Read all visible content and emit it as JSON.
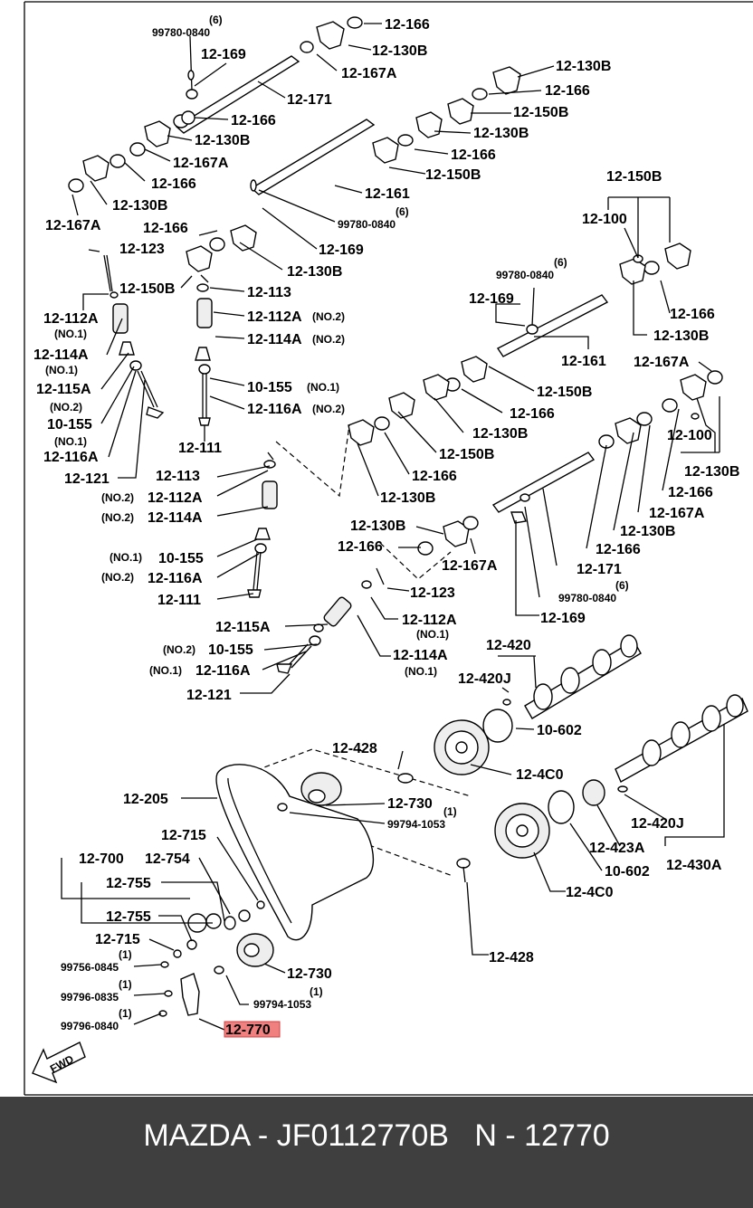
{
  "diagram": {
    "highlight_color": "#f08080",
    "direction_label": "FWD",
    "labels": {
      "q6_a": "(6)",
      "l99780_0840_a": "99780-0840",
      "l12_169_a": "12-169",
      "l12_171": "12-171",
      "l12_166_a": "12-166",
      "l12_130b_a": "12-130B",
      "l12_167a_a": "12-167A",
      "l12_166_b": "12-166",
      "l12_130b_b": "12-130B",
      "l12_167a_b": "12-167A",
      "l12_166_c": "12-166",
      "l12_130b_c": "12-130B",
      "l12_167a_c": "12-167A",
      "l12_130b_d": "12-130B",
      "l12_166_d": "12-166",
      "l12_150b_a": "12-150B",
      "l12_130b_e": "12-130B",
      "l12_166_e": "12-166",
      "l12_150b_b": "12-150B",
      "l12_161_a": "12-161",
      "q6_b": "(6)",
      "l99780_0840_b": "99780-0840",
      "l12_169_b": "12-169",
      "l12_166_f": "12-166",
      "l12_130b_f": "12-130B",
      "l12_123_a": "12-123",
      "l12_150b_c": "12-150B",
      "l12_113_a": "12-113",
      "l12_112a_a": "12-112A",
      "no1_a": "(NO.1)",
      "l12_112a_b": "12-112A",
      "no2_a": "(NO.2)",
      "l12_114a_a": "12-114A",
      "no1_b": "(NO.1)",
      "l12_114a_b": "12-114A",
      "no2_b": "(NO.2)",
      "l12_115a_a": "12-115A",
      "no2_c": "(NO.2)",
      "l10_155_a": "10-155",
      "l10_155_b": "10-155",
      "no1_c": "(NO.1)",
      "no1_d": "(NO.1)",
      "l12_116a_a": "12-116A",
      "l12_116a_b": "12-116A",
      "no2_d": "(NO.2)",
      "l12_121_a": "12-121",
      "l12_111_a": "12-111",
      "l12_150b_d": "12-150B",
      "l12_100_a": "12-100",
      "q6_c": "(6)",
      "l99780_0840_c": "99780-0840",
      "l12_169_c": "12-169",
      "l12_166_g": "12-166",
      "l12_130b_g": "12-130B",
      "l12_161_b": "12-161",
      "l12_167a_d": "12-167A",
      "l12_150b_e": "12-150B",
      "l12_166_h": "12-166",
      "l12_130b_h": "12-130B",
      "l12_100_b": "12-100",
      "l12_130b_i": "12-130B",
      "l12_150b_f": "12-150B",
      "l12_166_i": "12-166",
      "l12_113_b": "12-113",
      "no2_e": "(NO.2)",
      "l12_112a_c": "12-112A",
      "no2_f": "(NO.2)",
      "l12_114a_c": "12-114A",
      "l12_130b_j": "12-130B",
      "l12_166_j": "12-166",
      "l12_167a_e": "12-167A",
      "l12_166_k": "12-166",
      "l12_130b_k": "12-130B",
      "l12_166_l": "12-166",
      "l12_171_b": "12-171",
      "q6_d": "(6)",
      "l99780_0840_d": "99780-0840",
      "l12_169_d": "12-169",
      "l12_167a_f": "12-167A",
      "no1_e": "(NO.1)",
      "l10_155_c": "10-155",
      "no2_g": "(NO.2)",
      "l12_116a_c": "12-116A",
      "l12_111_b": "12-111",
      "l12_123_b": "12-123",
      "l12_112a_d": "12-112A",
      "no1_f": "(NO.1)",
      "l12_115a_b": "12-115A",
      "no2_h": "(NO.2)",
      "l10_155_d": "10-155",
      "no1_g": "(NO.1)",
      "l12_116a_d": "12-116A",
      "l12_114a_d": "12-114A",
      "no1_h": "(NO.1)",
      "l12_121_b": "12-121",
      "l12_420": "12-420",
      "l12_420j_a": "12-420J",
      "l10_602_a": "10-602",
      "l12_4c0_a": "12-4C0",
      "l12_428_a": "12-428",
      "l12_205": "12-205",
      "l12_730_a": "12-730",
      "q1_a": "(1)",
      "l99794_1053_a": "99794-1053",
      "l12_715_a": "12-715",
      "l12_700": "12-700",
      "l12_754": "12-754",
      "l12_755_a": "12-755",
      "l12_755_b": "12-755",
      "l12_715_b": "12-715",
      "q1_b": "(1)",
      "l99756_0845": "99756-0845",
      "q1_c": "(1)",
      "l99796_0835": "99796-0835",
      "q1_d": "(1)",
      "l99796_0840": "99796-0840",
      "l12_730_b": "12-730",
      "q1_e": "(1)",
      "l99794_1053_b": "99794-1053",
      "l12_770": "12-770",
      "l12_4c0_b": "12-4C0",
      "l10_602_b": "10-602",
      "l12_428_b": "12-428",
      "l12_423a": "12-423A",
      "l12_420j_b": "12-420J",
      "l12_430a": "12-430A"
    }
  },
  "footer": {
    "brand": "MAZDA",
    "part_number": "JF0112770B",
    "reference": "N - 12770"
  }
}
